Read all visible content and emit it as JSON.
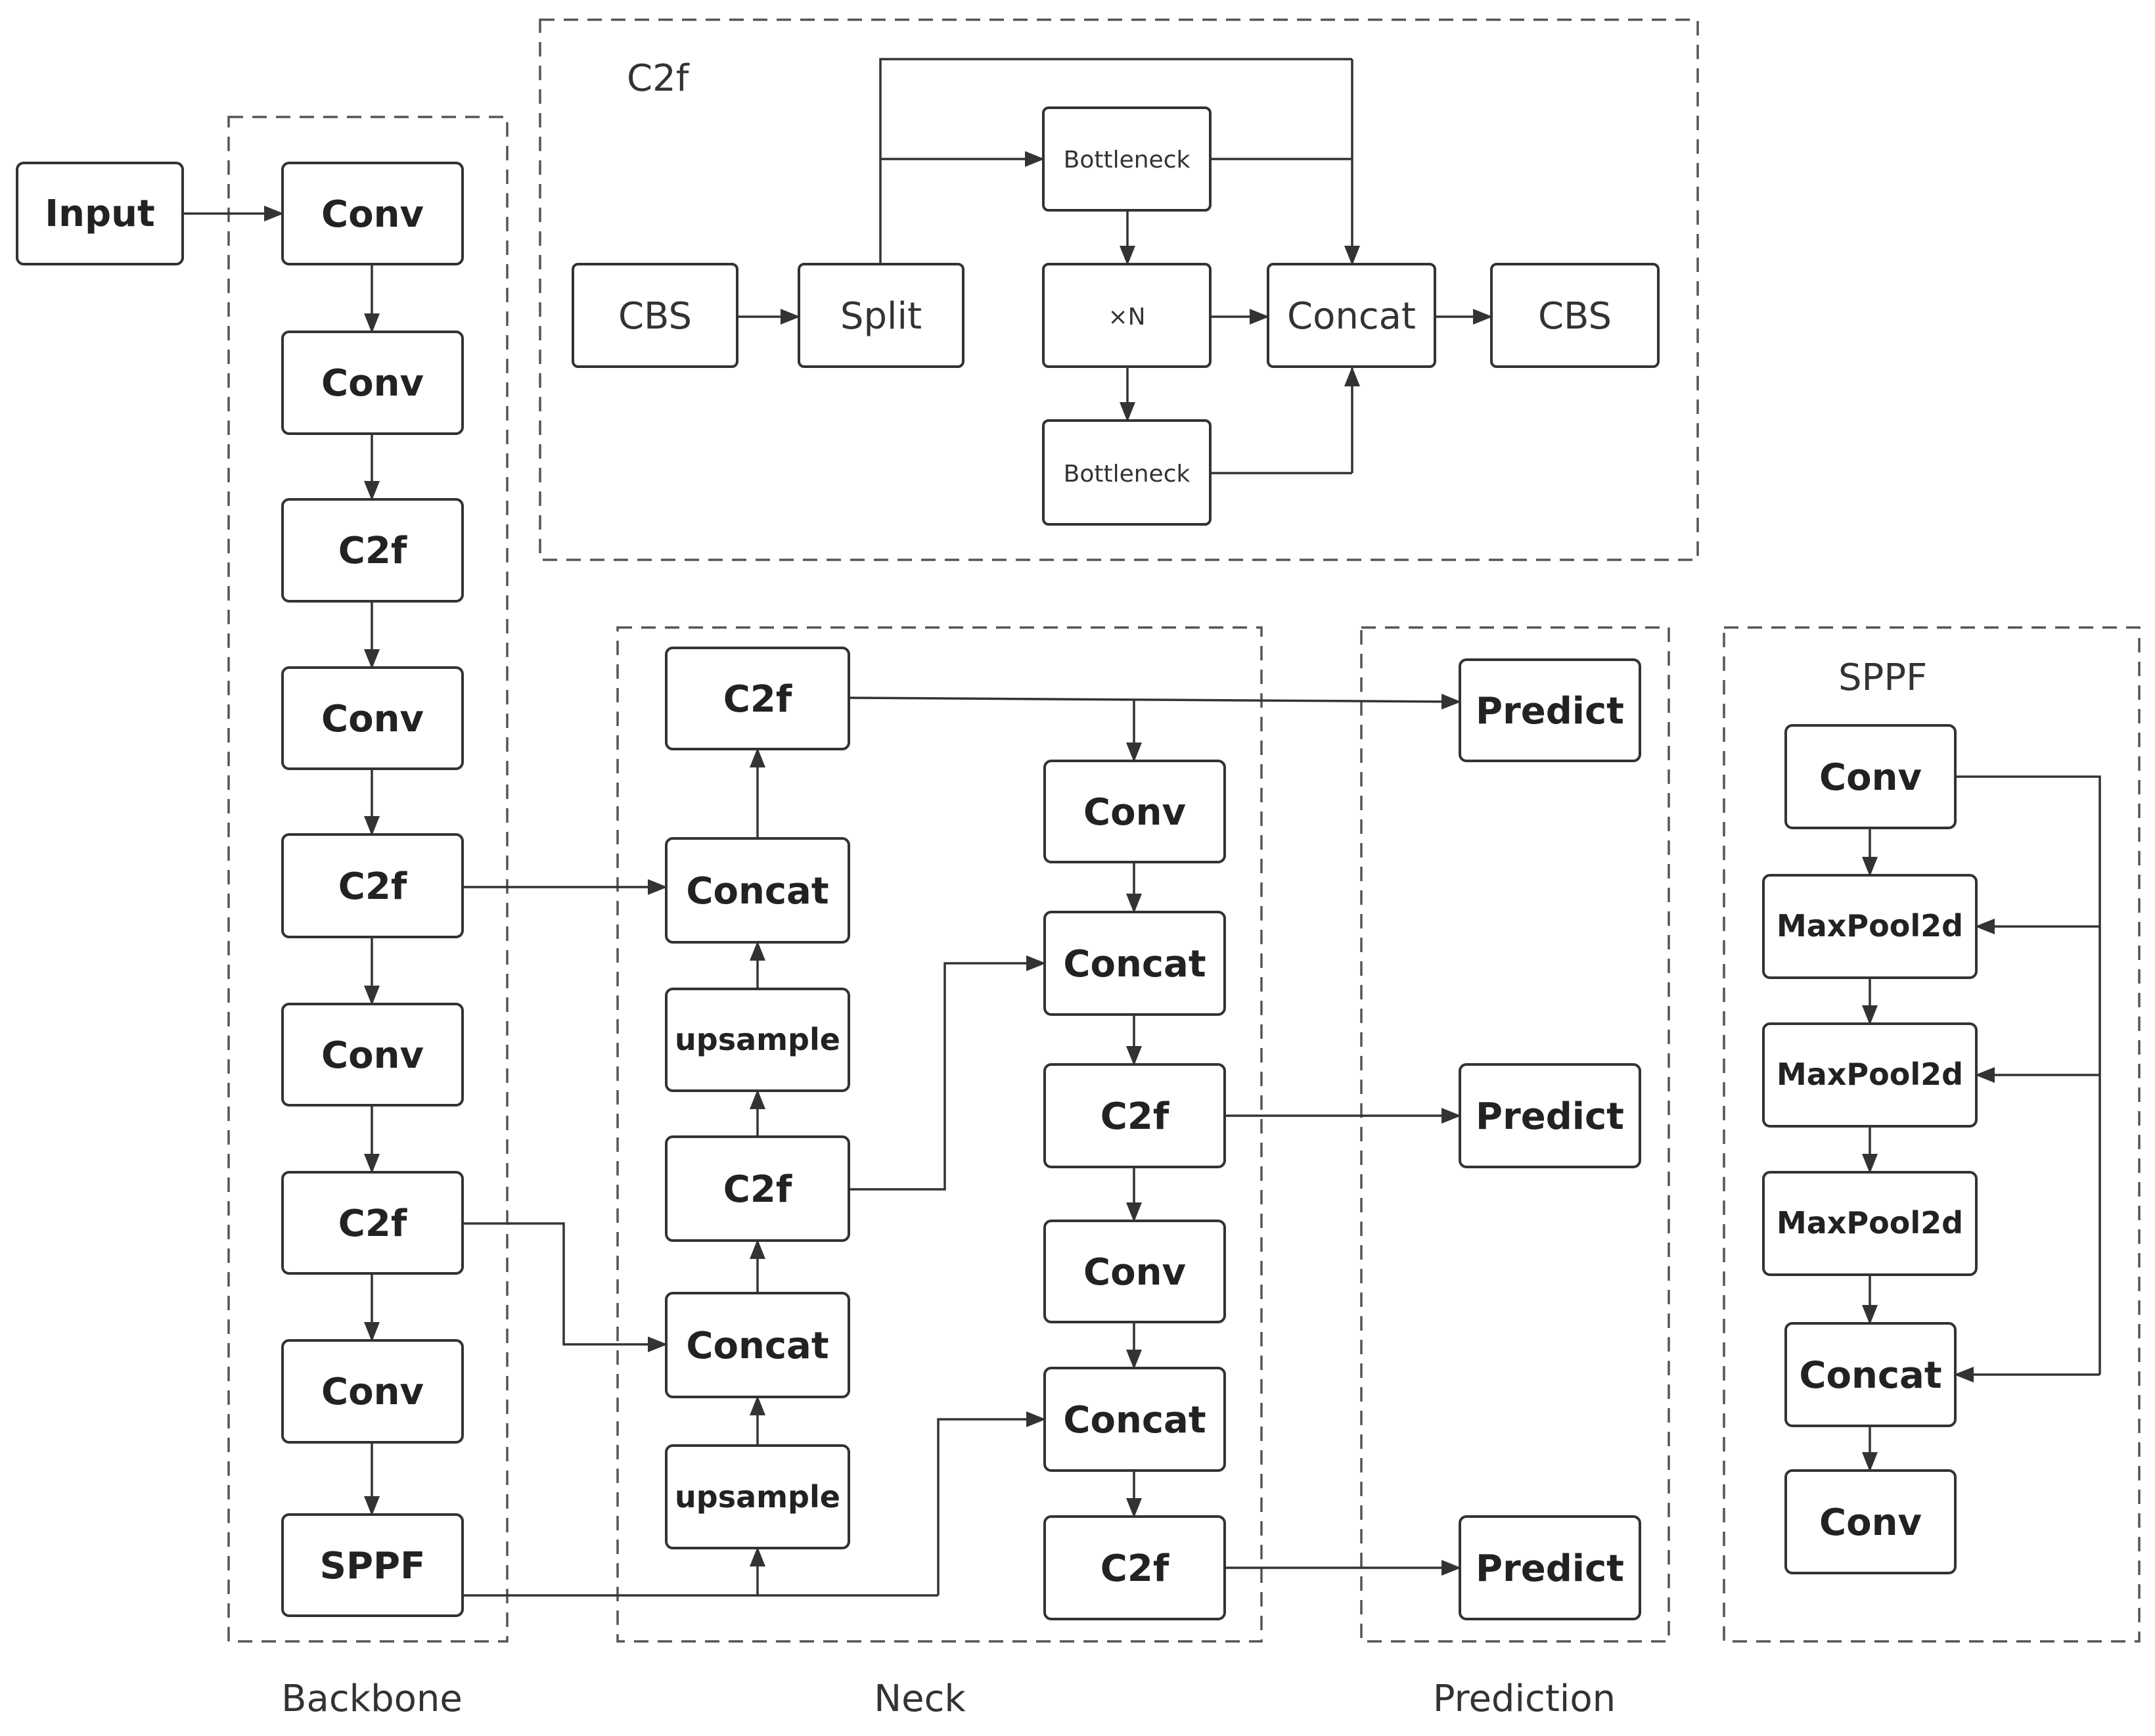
{
  "captions": {
    "backbone": "Backbone",
    "neck": "Neck",
    "prediction": "Prediction",
    "c2f_title": "C2f",
    "sppf_title": "SPPF"
  },
  "input": {
    "label": "Input"
  },
  "backbone": [
    {
      "label": "Conv"
    },
    {
      "label": "Conv"
    },
    {
      "label": "C2f"
    },
    {
      "label": "Conv"
    },
    {
      "label": "C2f"
    },
    {
      "label": "Conv"
    },
    {
      "label": "C2f"
    },
    {
      "label": "Conv"
    },
    {
      "label": "SPPF"
    }
  ],
  "neck_left": [
    {
      "label": "C2f"
    },
    {
      "label": "Concat"
    },
    {
      "label": "upsample"
    },
    {
      "label": "C2f"
    },
    {
      "label": "Concat"
    },
    {
      "label": "upsample"
    }
  ],
  "neck_right": [
    {
      "label": "Conv"
    },
    {
      "label": "Concat"
    },
    {
      "label": "C2f"
    },
    {
      "label": "Conv"
    },
    {
      "label": "Concat"
    },
    {
      "label": "C2f"
    }
  ],
  "predict": [
    {
      "label": "Predict"
    },
    {
      "label": "Predict"
    },
    {
      "label": "Predict"
    }
  ],
  "c2f_module": {
    "cbs_in": "CBS",
    "split": "Split",
    "bottleneck_top": "Bottleneck",
    "times_n": "×N",
    "bottleneck_bottom": "Bottleneck",
    "concat": "Concat",
    "cbs_out": "CBS"
  },
  "sppf_module": [
    {
      "label": "Conv"
    },
    {
      "label": "MaxPool2d"
    },
    {
      "label": "MaxPool2d"
    },
    {
      "label": "MaxPool2d"
    },
    {
      "label": "Concat"
    },
    {
      "label": "Conv"
    }
  ]
}
